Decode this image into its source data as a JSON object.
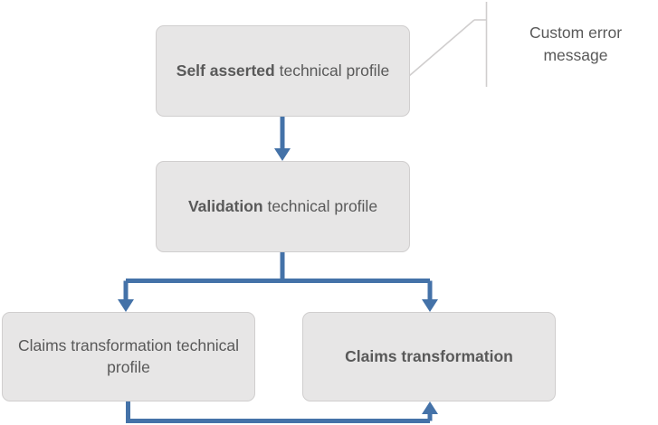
{
  "diagram": {
    "type": "flowchart",
    "background_color": "#FFFFFF",
    "node_fill_color": "#E7E6E6",
    "node_border_color": "#D0CECE",
    "text_color": "#595959",
    "connector_color": "#4472A8",
    "callout_line_color": "#D0CECE",
    "nodes": [
      {
        "id": "self-asserted",
        "bold_text": "Self asserted",
        "regular_text": " technical profile",
        "full_text": "Self asserted technical profile"
      },
      {
        "id": "validation",
        "bold_text": "Validation",
        "regular_text": " technical profile",
        "full_text": "Validation technical profile"
      },
      {
        "id": "claims-transformation-technical-profile",
        "bold_text": "",
        "regular_text": "Claims transformation technical profile",
        "full_text": "Claims transformation technical profile"
      },
      {
        "id": "claims-transformation",
        "bold_text": "Claims transformation",
        "regular_text": "",
        "full_text": "Claims transformation"
      }
    ],
    "callout": {
      "label": "Custom error message",
      "target_node": "self-asserted"
    },
    "connectors": [
      {
        "from": "self-asserted",
        "to": "validation",
        "style": "straight-arrow-down"
      },
      {
        "from": "validation",
        "to": "claims-transformation-technical-profile",
        "style": "elbow-arrow-down-left"
      },
      {
        "from": "validation",
        "to": "claims-transformation",
        "style": "elbow-arrow-down-right"
      },
      {
        "from": "claims-transformation-technical-profile",
        "to": "claims-transformation",
        "style": "elbow-arrow-bottom-up"
      }
    ]
  }
}
